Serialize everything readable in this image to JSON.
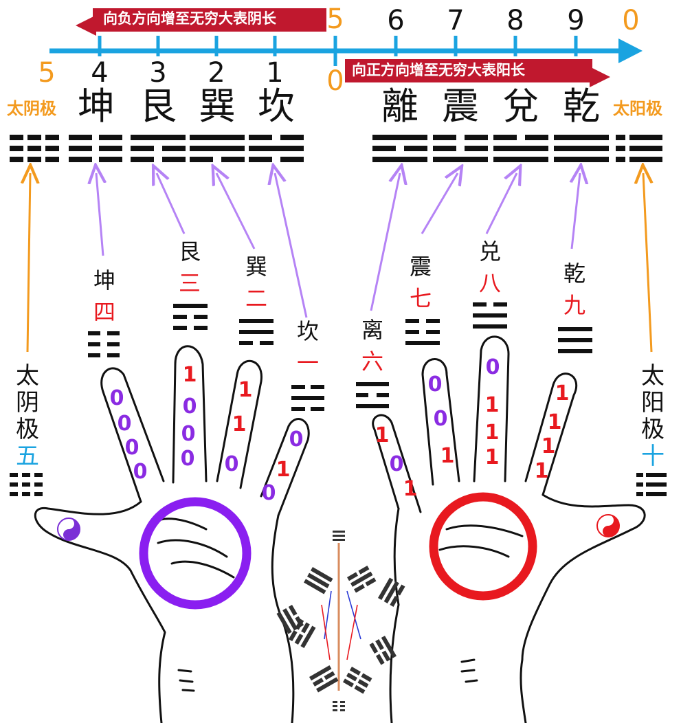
{
  "number_line": {
    "top_numbers": [
      "4",
      "3",
      "2",
      "1",
      "5",
      "6",
      "7",
      "8",
      "9",
      "0"
    ],
    "left_label": "5",
    "center_zero": "0",
    "negative_direction_text": "向负方向增至无穷大表阴长",
    "positive_direction_text": "向正方向增至无穷大表阳长"
  },
  "poles": {
    "taiyin_label": "太阴极",
    "taiyang_label": "太阳极"
  },
  "trigrams_top": [
    "坤",
    "艮",
    "巽",
    "坎",
    "離",
    "震",
    "兌",
    "乾"
  ],
  "left_hand": {
    "labels": [
      {
        "name": "坤",
        "num": "四"
      },
      {
        "name": "艮",
        "num": "三"
      },
      {
        "name": "巽",
        "num": "二"
      },
      {
        "name": "坎",
        "num": "一"
      }
    ],
    "pole": {
      "chars": [
        "太",
        "阴",
        "极"
      ],
      "num": "五"
    },
    "finger_digits": {
      "index": [
        "0",
        "0",
        "0",
        "0"
      ],
      "middle": [
        "1",
        "0",
        "0",
        "0"
      ],
      "ring": [
        "1",
        "1",
        "0"
      ],
      "pinky": [
        "0",
        "1",
        "0"
      ]
    },
    "circle_color": "#8a1ff0"
  },
  "right_hand": {
    "labels": [
      {
        "name": "离",
        "num": "六"
      },
      {
        "name": "震",
        "num": "七"
      },
      {
        "name": "兑",
        "num": "八"
      },
      {
        "name": "乾",
        "num": "九"
      }
    ],
    "pole": {
      "chars": [
        "太",
        "阳",
        "极"
      ],
      "num": "十"
    },
    "finger_digits": {
      "pinky": [
        "1",
        "0",
        "1"
      ],
      "ring": [
        "0",
        "0",
        "1"
      ],
      "middle": [
        "0",
        "1",
        "1",
        "1"
      ],
      "index": [
        "1",
        "1",
        "1",
        "1"
      ]
    },
    "circle_color": "#e8191f"
  },
  "colors": {
    "axis_blue": "#1aa3e0",
    "arrow_red": "#c0182e",
    "arrow_purple": "#b583f5",
    "arrow_orange": "#f39a1e",
    "digit_red": "#e8191f",
    "digit_purple": "#8a2be2"
  },
  "icons": [
    "yin-yang-icon-left",
    "yin-yang-icon-right"
  ]
}
